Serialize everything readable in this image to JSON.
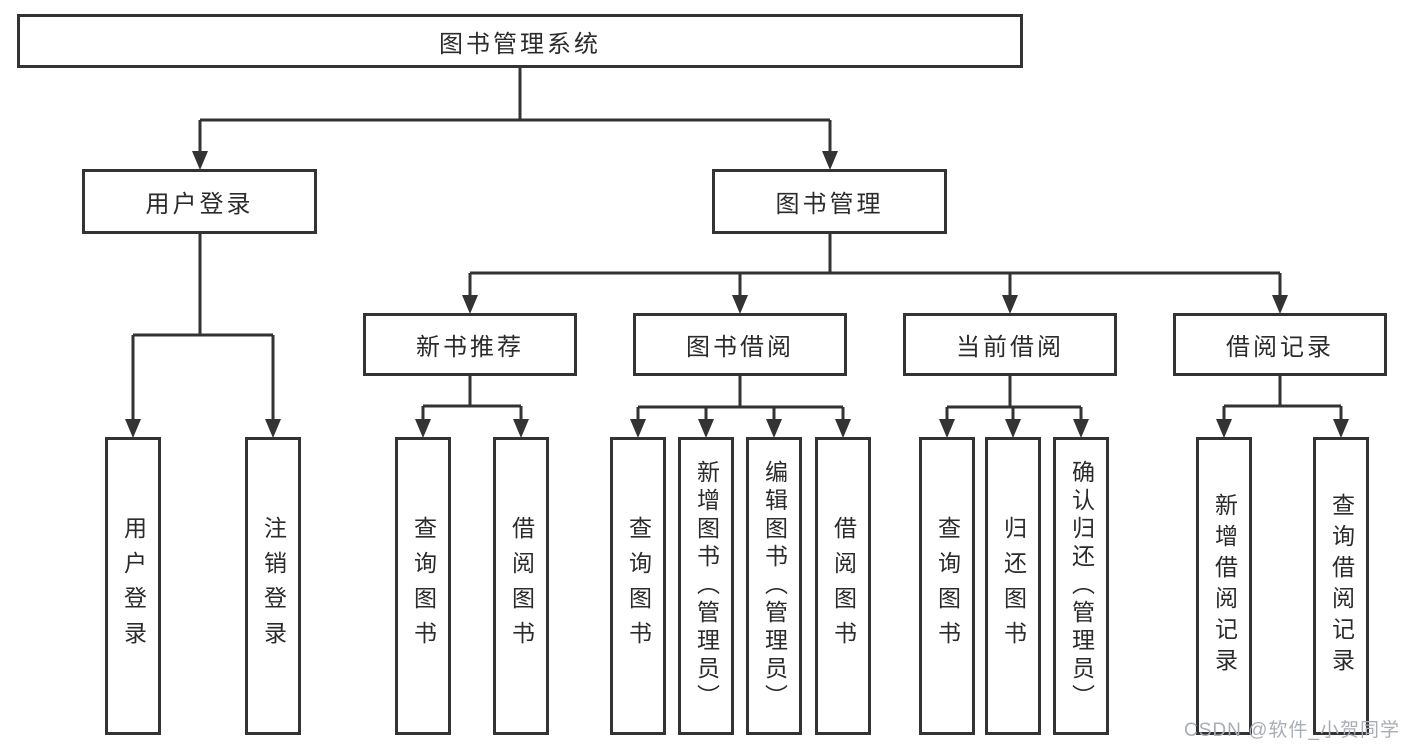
{
  "colors": {
    "background": "#ffffff",
    "line": "#333333",
    "box_border": "#333333",
    "text": "#2b2b2b",
    "watermark": "#a9aeb6"
  },
  "diagram": {
    "root": {
      "label": "图书管理系统"
    },
    "level2": {
      "user_login": {
        "label": "用户登录"
      },
      "book_management": {
        "label": "图书管理"
      }
    },
    "level3": {
      "new_book_recommend": {
        "label": "新书推荐"
      },
      "book_borrowing": {
        "label": "图书借阅"
      },
      "current_borrowing": {
        "label": "当前借阅"
      },
      "borrowing_records": {
        "label": "借阅记录"
      }
    },
    "leaves": {
      "user_login": {
        "label": "用户登录"
      },
      "logout": {
        "label": "注销登录"
      },
      "query_books_recommend": {
        "label": "查询图书"
      },
      "borrow_books_recommend": {
        "label": "借阅图书"
      },
      "query_books_borrowing": {
        "label": "查询图书"
      },
      "add_books_admin": {
        "label": "新增图书（管理员）"
      },
      "edit_books_admin": {
        "label": "编辑图书（管理员）"
      },
      "borrow_books_borrowing": {
        "label": "借阅图书"
      },
      "query_books_current": {
        "label": "查询图书"
      },
      "return_books": {
        "label": "归还图书"
      },
      "confirm_return_admin": {
        "label": "确认归还（管理员）"
      },
      "add_borrow_record": {
        "label": "新增借阅记录"
      },
      "query_borrow_record": {
        "label": "查询借阅记录"
      }
    }
  },
  "watermark": {
    "text": "CSDN @软件_小贺同学"
  }
}
